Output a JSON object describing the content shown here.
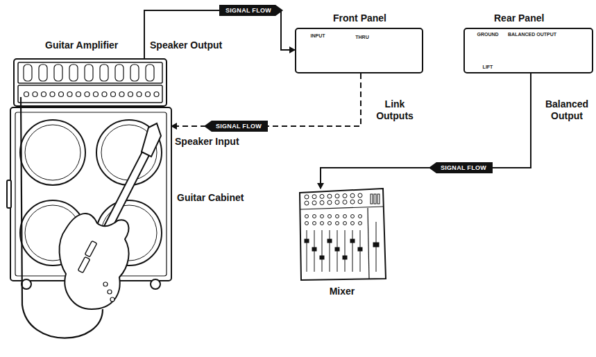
{
  "diagram": {
    "nodes": [
      {
        "text": [
          "Guitar Amplifier"
        ]
      },
      {
        "text": [
          "Front Panel",
          "INPUT",
          "THRU"
        ]
      },
      {
        "text": [
          "Rear Panel",
          "GROUND",
          "LIFT",
          "BALANCED OUTPUT"
        ]
      },
      {
        "text": [
          "Guitar Cabinet"
        ]
      },
      {
        "text": [
          "Mixer"
        ]
      }
    ],
    "edges": [
      {
        "from": 0,
        "to": 1,
        "label": "SIGNAL FLOW",
        "arrow": "to"
      },
      {
        "from": 1,
        "to": 3,
        "label": "SIGNAL FLOW",
        "arrow": "to"
      },
      {
        "from": 2,
        "to": 4,
        "label": "SIGNAL FLOW",
        "arrow": "to"
      }
    ],
    "labels": [
      "Speaker Output",
      "Link Outputs",
      "Speaker Input",
      "Balanced Output"
    ]
  }
}
